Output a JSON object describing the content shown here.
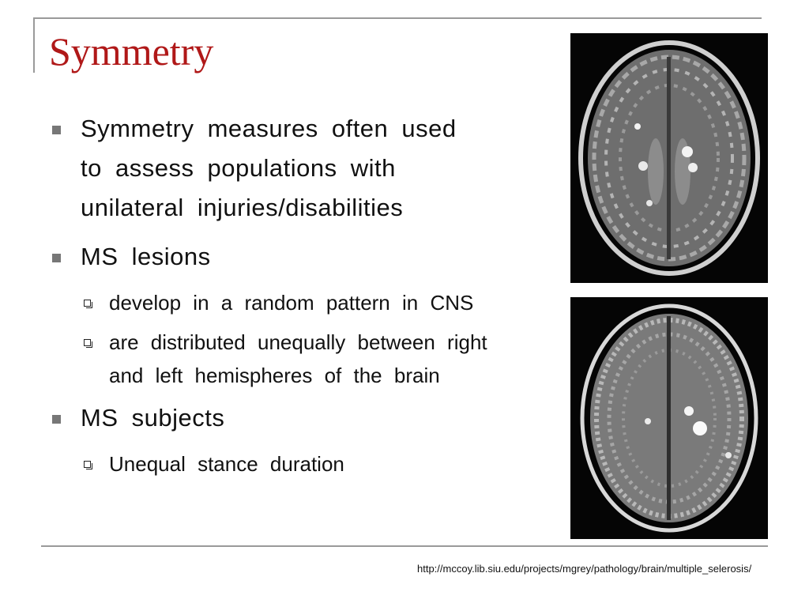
{
  "slide": {
    "title": "Symmetry",
    "bullets": [
      {
        "text": "Symmetry measures often used to assess populations with unilateral injuries/disabilities"
      },
      {
        "text": "MS lesions"
      },
      {
        "text": "develop in a random pattern in CNS"
      },
      {
        "text": "are distributed unequally between right and left hemispheres of the brain"
      },
      {
        "text": "MS subjects"
      },
      {
        "text": "Unequal stance duration"
      }
    ],
    "images": [
      {
        "icon": "brain-mri-axial-t2"
      },
      {
        "icon": "brain-mri-axial-flair"
      }
    ],
    "source": "http://mccoy.lib.siu.edu/projects/mgrey/pathology/brain/multiple_selerosis/"
  }
}
